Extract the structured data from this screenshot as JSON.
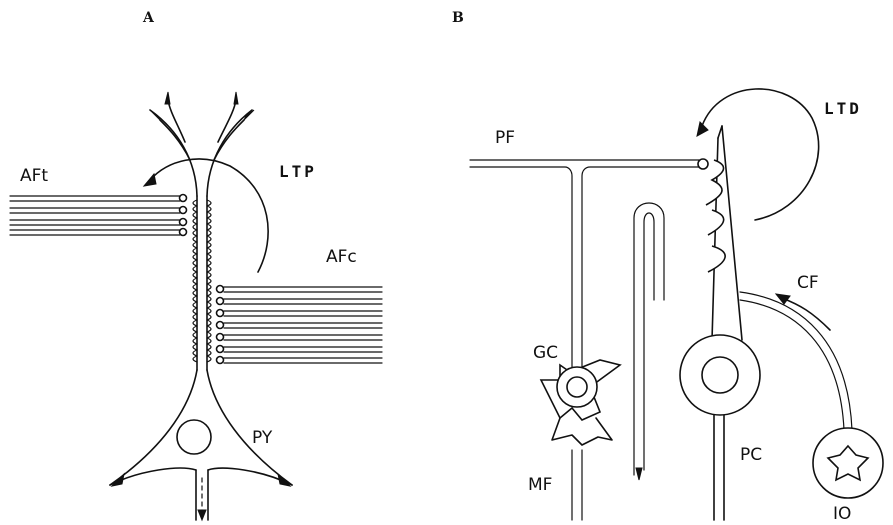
{
  "panels": {
    "a": {
      "letter": "A",
      "labels": {
        "aft": "AFt",
        "afc": "AFc",
        "ltp": "LTP",
        "py": "PY"
      }
    },
    "b": {
      "letter": "B",
      "labels": {
        "pf": "PF",
        "ltd": "LTD",
        "cf": "CF",
        "gc": "GC",
        "mf": "MF",
        "pc": "PC",
        "io": "IO"
      }
    }
  }
}
